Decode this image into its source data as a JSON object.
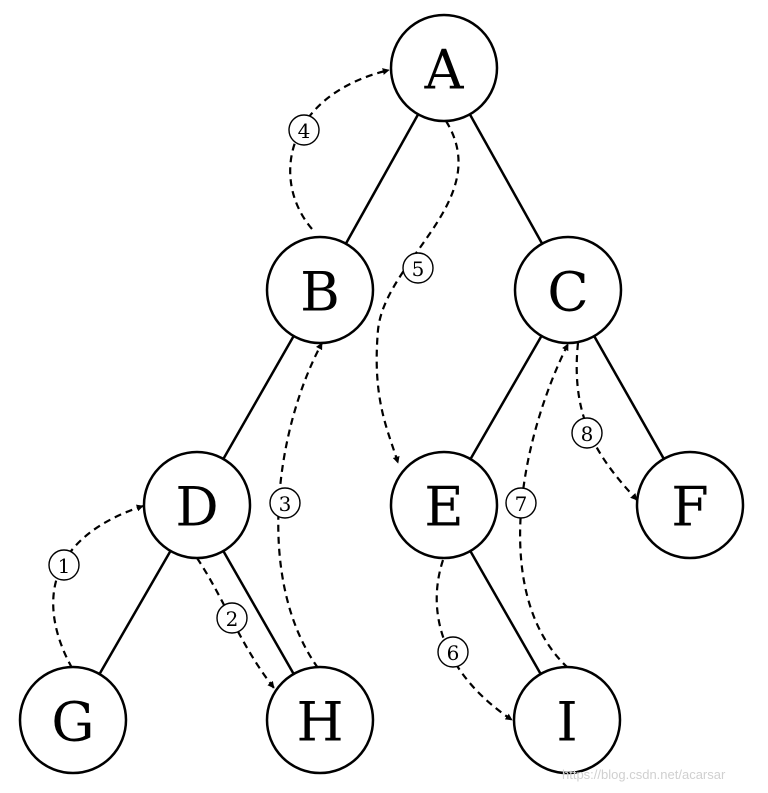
{
  "nodes": [
    {
      "id": "A",
      "label": "A"
    },
    {
      "id": "B",
      "label": "B"
    },
    {
      "id": "C",
      "label": "C"
    },
    {
      "id": "D",
      "label": "D"
    },
    {
      "id": "E",
      "label": "E"
    },
    {
      "id": "F",
      "label": "F"
    },
    {
      "id": "G",
      "label": "G"
    },
    {
      "id": "H",
      "label": "H"
    },
    {
      "id": "I",
      "label": "I"
    }
  ],
  "edges": [
    {
      "from": "A",
      "to": "B"
    },
    {
      "from": "A",
      "to": "C"
    },
    {
      "from": "B",
      "to": "D"
    },
    {
      "from": "C",
      "to": "E"
    },
    {
      "from": "C",
      "to": "F"
    },
    {
      "from": "D",
      "to": "G"
    },
    {
      "from": "D",
      "to": "H"
    },
    {
      "from": "E",
      "to": "I"
    }
  ],
  "traversal_steps": [
    {
      "label": "1",
      "from": "G",
      "to": "D"
    },
    {
      "label": "2",
      "from": "D",
      "to": "H"
    },
    {
      "label": "3",
      "from": "H",
      "to": "B"
    },
    {
      "label": "4",
      "from": "B",
      "to": "A"
    },
    {
      "label": "5",
      "from": "A",
      "to": "E"
    },
    {
      "label": "6",
      "from": "E",
      "to": "I"
    },
    {
      "label": "7",
      "from": "I",
      "to": "C"
    },
    {
      "label": "8",
      "from": "C",
      "to": "F"
    }
  ],
  "watermark": "https://blog.csdn.net/acarsar"
}
